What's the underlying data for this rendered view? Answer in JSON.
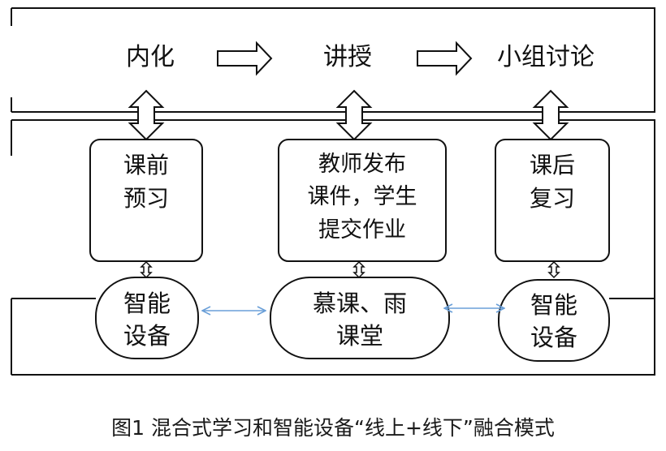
{
  "top_row": {
    "stage1": "内化",
    "stage2": "讲授",
    "stage3": "小组讨论"
  },
  "boxes": {
    "left": {
      "line1": "课前",
      "line2": "预习"
    },
    "middle": {
      "line1": "教师发布",
      "line2": "课件，学生",
      "line3": "提交作业"
    },
    "right": {
      "line1": "课后",
      "line2": "复习"
    }
  },
  "devices": {
    "left": {
      "line1": "智能",
      "line2": "设备"
    },
    "middle": {
      "line1": "慕课、雨",
      "line2": "课堂"
    },
    "right": {
      "line1": "智能",
      "line2": "设备"
    }
  },
  "caption": "图1  混合式学习和智能设备“线上+线下”融合模式",
  "colors": {
    "line": "#111111",
    "link_arrow": "#6a9fd8"
  },
  "icons": {
    "flow_arrow": "hollow-right-arrow",
    "big_link": "hollow-double-vertical-arrow",
    "small_link": "small-double-vertical-arrow",
    "device_link": "blue-double-horizontal-arrow"
  }
}
